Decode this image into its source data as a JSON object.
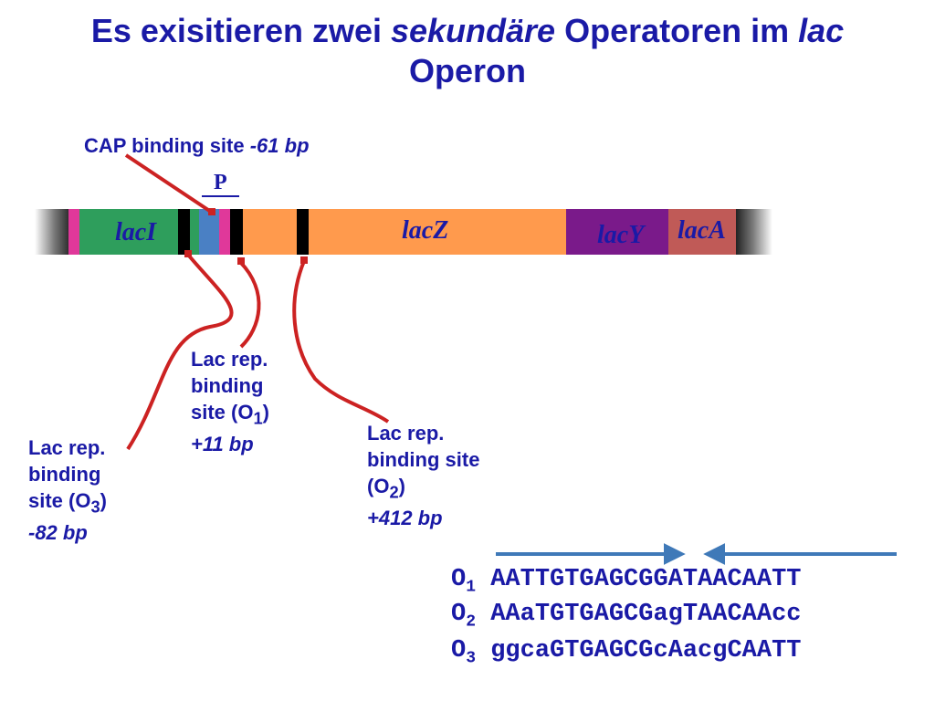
{
  "title": {
    "line1_a": "Es exisitieren zwei ",
    "line1_b": "sekundäre",
    "line1_c": " Operatoren im ",
    "line1_d": "lac",
    "line2": "Operon"
  },
  "labels": {
    "cap": {
      "text": "CAP binding site ",
      "pos": "-61 bp"
    },
    "promoter": "P",
    "o1": {
      "l1": "Lac rep.",
      "l2": "binding",
      "l3": "site (O",
      "sub": "1",
      "close": ")",
      "pos": "+11 bp"
    },
    "o3": {
      "l1": "Lac rep.",
      "l2": "binding",
      "l3": "site (O",
      "sub": "3",
      "close": ")",
      "pos": "-82 bp"
    },
    "o2": {
      "l1": "Lac rep.",
      "l2": "binding site",
      "l3": "(O",
      "sub": "2",
      "close": ")",
      "pos": "+412 bp"
    }
  },
  "genes": {
    "lacI": "lacI",
    "lacZ": "lacZ",
    "lacY": "lacY",
    "lacA": "lacA"
  },
  "sequences": [
    {
      "name": "O",
      "sub": "1",
      "seq": "AATTGTGAGCGGATAACAATT"
    },
    {
      "name": "O",
      "sub": "2",
      "seq": "AAaTGTGAGCGagTAACAAcc"
    },
    {
      "name": "O",
      "sub": "3",
      "seq": "ggcaGTGAGCGcAacgCAATT"
    }
  ],
  "colors": {
    "title": "#1a1aa6",
    "pointer": "#cc2222",
    "lacI": "#2e9e5c",
    "lacZ": "#ff9a4d",
    "lacY": "#7a1a8a",
    "lacA": "#c05a57",
    "promoter": "#4a80c4",
    "magenta": "#e0389a",
    "operator": "#000000",
    "arrow": "#3f79b8"
  }
}
